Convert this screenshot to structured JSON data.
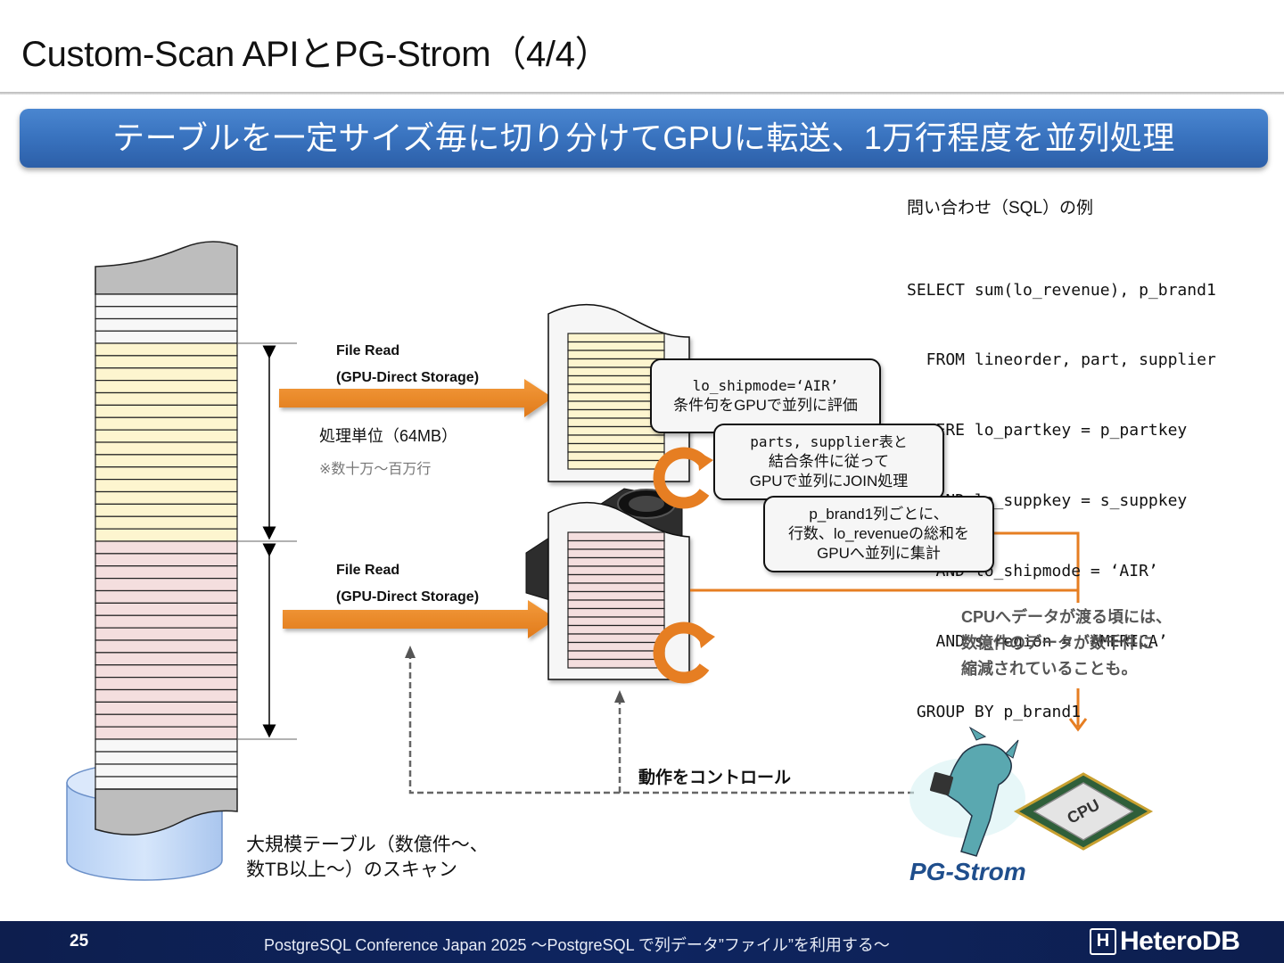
{
  "slide": {
    "title": "Custom-Scan APIとPG-Strom（4/4）",
    "banner": "テーブルを一定サイズ毎に切り分けてGPUに転送、1万行程度を並列処理"
  },
  "sql_example": {
    "caption": "問い合わせ（SQL）の例",
    "lines": [
      "SELECT sum(lo_revenue), p_brand1",
      "  FROM lineorder, part, supplier",
      " WHERE lo_partkey = p_partkey",
      "   AND lo_suppkey = s_suppkey",
      "   AND lo_shipmode = ‘AIR’",
      "   AND s_region = 'AMERICA’",
      " GROUP BY p_brand1"
    ]
  },
  "transfer": {
    "upper": {
      "line1": "File Read",
      "line2": "(GPU-Direct Storage)"
    },
    "lower": {
      "line1": "File Read",
      "line2": "(GPU-Direct Storage)"
    },
    "unit_label": "処理単位（64MB）",
    "unit_note": "※数十万〜百万行"
  },
  "callouts": {
    "filter": {
      "line1": "lo_shipmode=‘AIR’",
      "line2": "条件句をGPUで並列に評価"
    },
    "join": {
      "line1": "parts, supplier表と",
      "line2": "結合条件に従って",
      "line3": "GPUで並列にJOIN処理"
    },
    "aggregate": {
      "line1": "p_brand1列ごとに、",
      "line2": "行数、lo_revenueの総和を",
      "line3": "GPUへ並列に集計"
    }
  },
  "reduce_note": {
    "line1": "CPUへデータが渡る頃には、",
    "line2": "数億件のデータが数千件に",
    "line3": "縮減されていることも。"
  },
  "control_label": "動作をコントロール",
  "big_table": {
    "line1": "大規模テーブル（数億件〜、",
    "line2": "数TB以上〜）のスキャン"
  },
  "pgstrom": {
    "label": "PG-Strom",
    "cpu_chip_text": "CPU"
  },
  "colors": {
    "accent_orange": "#e67e22",
    "banner_blue": "#3a74c0",
    "chunk_yellow": "#fdf5cf",
    "chunk_pink": "#f4dede",
    "pgstrom_blue": "#1f4e8c",
    "footer_navy": "#0e2560"
  },
  "footer": {
    "page_number": "25",
    "conference": "PostgreSQL Conference Japan 2025 〜PostgreSQL で列データ”ファイル”を利用する〜",
    "logo_mark": "H",
    "logo_text": "HeteroDB"
  }
}
